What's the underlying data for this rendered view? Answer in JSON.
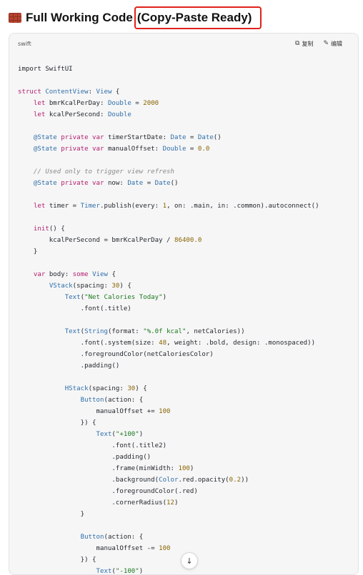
{
  "heading": {
    "icon": "brick-icon",
    "text": "Full Working Code",
    "highlighted": "(Copy-Paste Ready)",
    "highlight_color": "#e0211b"
  },
  "code_block": {
    "language": "swift",
    "copy_label": "复制",
    "copy_icon": "copy-icon",
    "edit_label": "编辑",
    "edit_icon": "edit-icon",
    "lines": [
      [],
      [
        [
          "import SwiftUI",
          null
        ]
      ],
      [],
      [
        [
          "struct ",
          "keyword"
        ],
        [
          "ContentView",
          "type"
        ],
        [
          ": ",
          null
        ],
        [
          "View",
          "type"
        ],
        [
          " {",
          null
        ]
      ],
      [
        [
          "    ",
          null
        ],
        [
          "let",
          "keyword"
        ],
        [
          " bmrKcalPerDay: ",
          null
        ],
        [
          "Double",
          "type"
        ],
        [
          " = ",
          null
        ],
        [
          "2000",
          "number"
        ]
      ],
      [
        [
          "    ",
          null
        ],
        [
          "let",
          "keyword"
        ],
        [
          " kcalPerSecond: ",
          null
        ],
        [
          "Double",
          "type"
        ]
      ],
      [],
      [
        [
          "    ",
          null
        ],
        [
          "@State",
          "attribute"
        ],
        [
          " private var",
          "keyword"
        ],
        [
          " timerStartDate: ",
          null
        ],
        [
          "Date",
          "type"
        ],
        [
          " = ",
          null
        ],
        [
          "Date",
          "type"
        ],
        [
          "()",
          null
        ]
      ],
      [
        [
          "    ",
          null
        ],
        [
          "@State",
          "attribute"
        ],
        [
          " private var",
          "keyword"
        ],
        [
          " manualOffset: ",
          null
        ],
        [
          "Double",
          "type"
        ],
        [
          " = ",
          null
        ],
        [
          "0.0",
          "number"
        ]
      ],
      [],
      [
        [
          "    // Used only to trigger view refresh",
          "comment"
        ]
      ],
      [
        [
          "    ",
          null
        ],
        [
          "@State",
          "attribute"
        ],
        [
          " private var",
          "keyword"
        ],
        [
          " now: ",
          null
        ],
        [
          "Date",
          "type"
        ],
        [
          " = ",
          null
        ],
        [
          "Date",
          "type"
        ],
        [
          "()",
          null
        ]
      ],
      [],
      [
        [
          "    ",
          null
        ],
        [
          "let",
          "keyword"
        ],
        [
          " timer = ",
          null
        ],
        [
          "Timer",
          "type"
        ],
        [
          ".publish(every: ",
          null
        ],
        [
          "1",
          "number"
        ],
        [
          ", on: .main, in: .common).autoconnect()",
          null
        ]
      ],
      [],
      [
        [
          "    ",
          null
        ],
        [
          "init",
          "keyword"
        ],
        [
          "() {",
          null
        ]
      ],
      [
        [
          "        kcalPerSecond = bmrKcalPerDay / ",
          null
        ],
        [
          "86400.0",
          "number"
        ]
      ],
      [
        [
          "    }",
          null
        ]
      ],
      [],
      [
        [
          "    ",
          null
        ],
        [
          "var",
          "keyword"
        ],
        [
          " body: ",
          null
        ],
        [
          "some",
          "keyword"
        ],
        [
          " ",
          null
        ],
        [
          "View",
          "type"
        ],
        [
          " {",
          null
        ]
      ],
      [
        [
          "        ",
          null
        ],
        [
          "VStack",
          "type"
        ],
        [
          "(spacing: ",
          null
        ],
        [
          "30",
          "number"
        ],
        [
          ") {",
          null
        ]
      ],
      [
        [
          "            ",
          null
        ],
        [
          "Text",
          "type"
        ],
        [
          "(",
          null
        ],
        [
          "\"Net Calories Today\"",
          "string"
        ],
        [
          ")",
          null
        ]
      ],
      [
        [
          "                .font(.title)",
          null
        ]
      ],
      [],
      [
        [
          "            ",
          null
        ],
        [
          "Text",
          "type"
        ],
        [
          "(",
          null
        ],
        [
          "String",
          "type"
        ],
        [
          "(format: ",
          null
        ],
        [
          "\"%.0f kcal\"",
          "string"
        ],
        [
          ", netCalories))",
          null
        ]
      ],
      [
        [
          "                .font(.system(size: ",
          null
        ],
        [
          "48",
          "number"
        ],
        [
          ", weight: .bold, design: .monospaced))",
          null
        ]
      ],
      [
        [
          "                .foregroundColor(netCaloriesColor)",
          null
        ]
      ],
      [
        [
          "                .padding()",
          null
        ]
      ],
      [],
      [
        [
          "            ",
          null
        ],
        [
          "HStack",
          "type"
        ],
        [
          "(spacing: ",
          null
        ],
        [
          "30",
          "number"
        ],
        [
          ") {",
          null
        ]
      ],
      [
        [
          "                ",
          null
        ],
        [
          "Button",
          "type"
        ],
        [
          "(action: {",
          null
        ]
      ],
      [
        [
          "                    manualOffset += ",
          null
        ],
        [
          "100",
          "number"
        ]
      ],
      [
        [
          "                }) {",
          null
        ]
      ],
      [
        [
          "                    ",
          null
        ],
        [
          "Text",
          "type"
        ],
        [
          "(",
          null
        ],
        [
          "\"+100\"",
          "string"
        ],
        [
          ")",
          null
        ]
      ],
      [
        [
          "                        .font(.title2)",
          null
        ]
      ],
      [
        [
          "                        .padding()",
          null
        ]
      ],
      [
        [
          "                        .frame(minWidth: ",
          null
        ],
        [
          "100",
          "number"
        ],
        [
          ")",
          null
        ]
      ],
      [
        [
          "                        .background(",
          null
        ],
        [
          "Color",
          "type"
        ],
        [
          ".red.opacity(",
          null
        ],
        [
          "0.2",
          "number"
        ],
        [
          "))",
          null
        ]
      ],
      [
        [
          "                        .foregroundColor(.red)",
          null
        ]
      ],
      [
        [
          "                        .cornerRadius(",
          null
        ],
        [
          "12",
          "number"
        ],
        [
          ")",
          null
        ]
      ],
      [
        [
          "                }",
          null
        ]
      ],
      [],
      [
        [
          "                ",
          null
        ],
        [
          "Button",
          "type"
        ],
        [
          "(action: {",
          null
        ]
      ],
      [
        [
          "                    manualOffset -= ",
          null
        ],
        [
          "100",
          "number"
        ]
      ],
      [
        [
          "                }) {",
          null
        ]
      ],
      [
        [
          "                    ",
          null
        ],
        [
          "Text",
          "type"
        ],
        [
          "(",
          null
        ],
        [
          "\"-100\"",
          "string"
        ],
        [
          ")",
          null
        ]
      ]
    ]
  },
  "scroll_button": {
    "icon": "arrow-down-icon",
    "glyph": "↓"
  },
  "colors": {
    "keyword": "#b31d6b",
    "type": "#2f6fa8",
    "number": "#8a6500",
    "string": "#1c7a1c",
    "comment": "#8a8a8a",
    "code_background": "#f6f6f7"
  }
}
